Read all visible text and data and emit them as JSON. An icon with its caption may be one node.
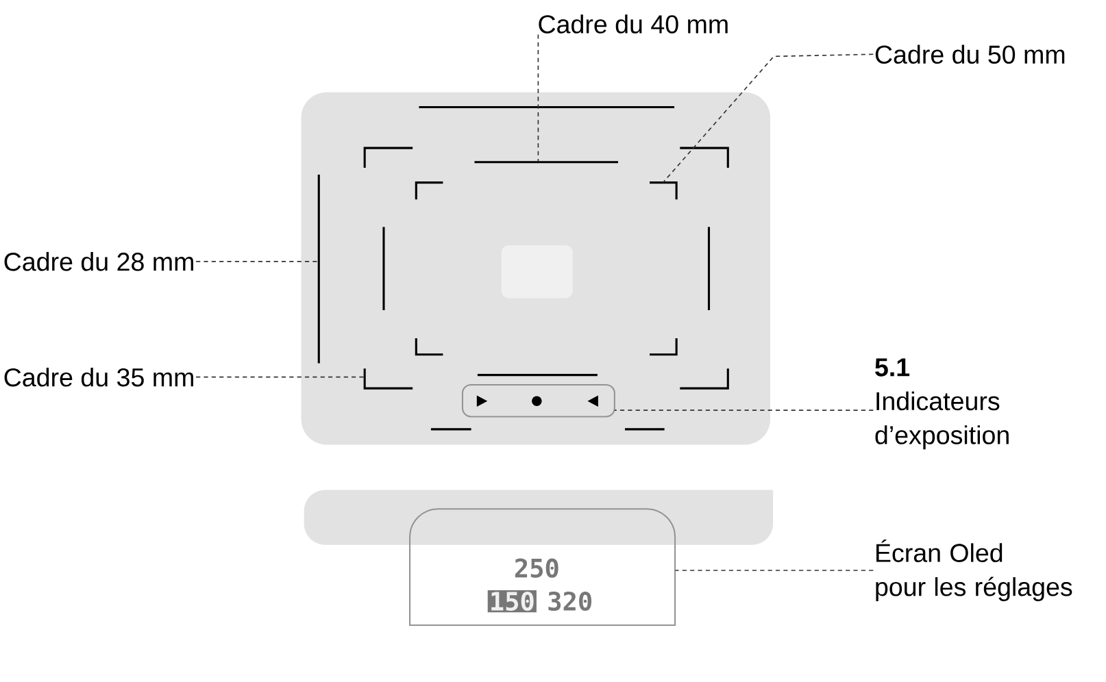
{
  "diagram": {
    "nodes": [
      {
        "text": [
          "Cadre du 40 mm"
        ]
      },
      {
        "text": [
          "Cadre du 50 mm"
        ]
      },
      {
        "text": [
          "Cadre du 28 mm"
        ]
      },
      {
        "text": [
          "Cadre du 35 mm"
        ]
      },
      {
        "text": [
          "5.1",
          "Indicateurs d’exposition"
        ]
      },
      {
        "text": [
          "Écran Oled pour les réglages"
        ]
      },
      {
        "text": [],
        "shape": "bar"
      },
      {
        "text": [],
        "shape": "corner"
      },
      {
        "text": [],
        "shape": "bar"
      },
      {
        "text": [],
        "shape": "corner"
      },
      {
        "text": [],
        "shape": "box"
      },
      {
        "text": [
          "250",
          "150",
          "320"
        ]
      }
    ],
    "edges": [
      {
        "from": 0,
        "to": 6,
        "arrow": "none",
        "style": "dashed"
      },
      {
        "from": 1,
        "to": 7,
        "arrow": "none",
        "style": "dashed"
      },
      {
        "from": 2,
        "to": 8,
        "arrow": "none",
        "style": "dashed"
      },
      {
        "from": 3,
        "to": 9,
        "arrow": "none",
        "style": "dashed"
      },
      {
        "from": 4,
        "to": 10,
        "arrow": "none",
        "style": "dashed"
      },
      {
        "from": 5,
        "to": 11,
        "arrow": "none",
        "style": "dashed"
      }
    ]
  }
}
